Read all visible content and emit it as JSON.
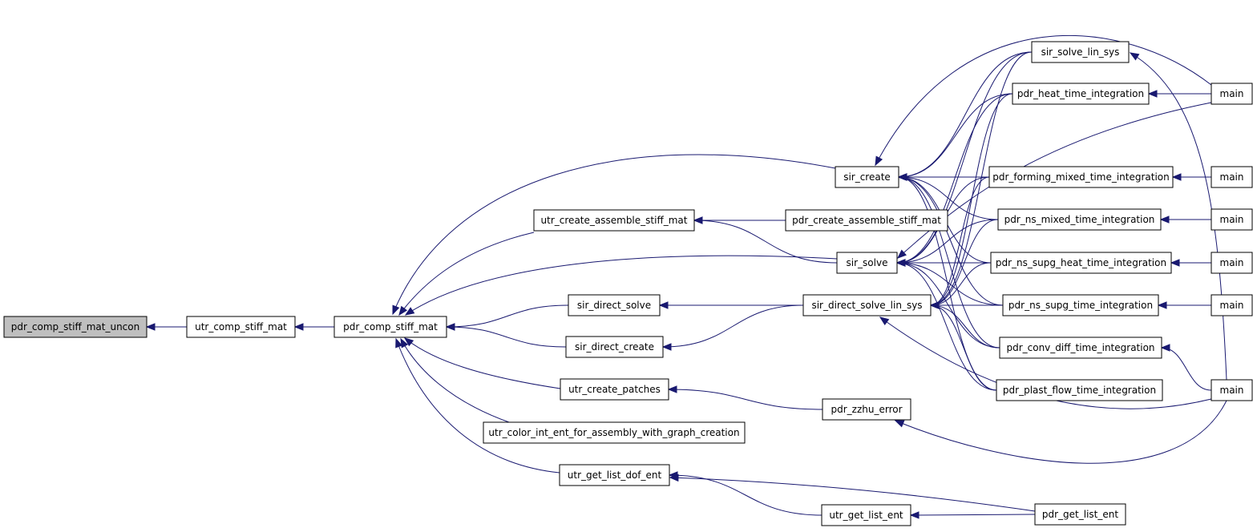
{
  "diagram": {
    "type": "call-graph",
    "colors": {
      "edge": "#191970",
      "node_border": "#000000",
      "node_fill": "#ffffff",
      "root_fill": "#bfbfbf"
    },
    "nodes": [
      {
        "id": "n0",
        "label": "pdr_comp_stiff_mat_uncon",
        "root": true
      },
      {
        "id": "n1",
        "label": "utr_comp_stiff_mat"
      },
      {
        "id": "n2",
        "label": "pdr_comp_stiff_mat"
      },
      {
        "id": "n3",
        "label": "sir_create"
      },
      {
        "id": "n4",
        "label": "utr_create_assemble_stiff_mat"
      },
      {
        "id": "n5",
        "label": "sir_solve"
      },
      {
        "id": "n6",
        "label": "sir_direct_solve"
      },
      {
        "id": "n7",
        "label": "sir_direct_create"
      },
      {
        "id": "n8",
        "label": "utr_create_patches"
      },
      {
        "id": "n9",
        "label": "utr_color_int_ent_for_assembly_with_graph_creation"
      },
      {
        "id": "n10",
        "label": "utr_get_list_dof_ent"
      },
      {
        "id": "n11",
        "label": "pdr_create_assemble_stiff_mat"
      },
      {
        "id": "n12",
        "label": "sir_direct_solve_lin_sys"
      },
      {
        "id": "n13",
        "label": "pdr_zzhu_error"
      },
      {
        "id": "n14",
        "label": "utr_get_list_ent"
      },
      {
        "id": "n15",
        "label": "sir_solve_lin_sys"
      },
      {
        "id": "n16",
        "label": "pdr_heat_time_integration"
      },
      {
        "id": "n17",
        "label": "pdr_forming_mixed_time_integration"
      },
      {
        "id": "n18",
        "label": "pdr_ns_mixed_time_integration"
      },
      {
        "id": "n19",
        "label": "pdr_ns_supg_heat_time_integration"
      },
      {
        "id": "n20",
        "label": "pdr_ns_supg_time_integration"
      },
      {
        "id": "n21",
        "label": "pdr_conv_diff_time_integration"
      },
      {
        "id": "n22",
        "label": "pdr_plast_flow_time_integration"
      },
      {
        "id": "n23",
        "label": "pdr_get_list_ent"
      },
      {
        "id": "n24",
        "label": "main"
      },
      {
        "id": "n25",
        "label": "main"
      },
      {
        "id": "n26",
        "label": "main"
      },
      {
        "id": "n27",
        "label": "main"
      },
      {
        "id": "n28",
        "label": "main"
      },
      {
        "id": "n29",
        "label": "main"
      }
    ],
    "edges": [
      {
        "from": "n1",
        "to": "n0"
      },
      {
        "from": "n2",
        "to": "n1"
      },
      {
        "from": "n3",
        "to": "n2"
      },
      {
        "from": "n4",
        "to": "n2"
      },
      {
        "from": "n5",
        "to": "n2"
      },
      {
        "from": "n6",
        "to": "n2"
      },
      {
        "from": "n7",
        "to": "n2"
      },
      {
        "from": "n8",
        "to": "n2"
      },
      {
        "from": "n9",
        "to": "n2"
      },
      {
        "from": "n10",
        "to": "n2"
      },
      {
        "from": "n11",
        "to": "n4"
      },
      {
        "from": "n5",
        "to": "n4"
      },
      {
        "from": "n12",
        "to": "n6"
      },
      {
        "from": "n12",
        "to": "n7"
      },
      {
        "from": "n13",
        "to": "n8"
      },
      {
        "from": "n14",
        "to": "n10"
      },
      {
        "from": "n23",
        "to": "n10"
      },
      {
        "from": "n15",
        "to": "n3"
      },
      {
        "from": "n16",
        "to": "n3"
      },
      {
        "from": "n17",
        "to": "n3"
      },
      {
        "from": "n18",
        "to": "n3"
      },
      {
        "from": "n19",
        "to": "n3"
      },
      {
        "from": "n20",
        "to": "n3"
      },
      {
        "from": "n21",
        "to": "n3"
      },
      {
        "from": "n22",
        "to": "n3"
      },
      {
        "from": "n24",
        "to": "n3"
      },
      {
        "from": "n15",
        "to": "n5"
      },
      {
        "from": "n16",
        "to": "n5"
      },
      {
        "from": "n17",
        "to": "n5"
      },
      {
        "from": "n18",
        "to": "n5"
      },
      {
        "from": "n19",
        "to": "n5"
      },
      {
        "from": "n20",
        "to": "n5"
      },
      {
        "from": "n21",
        "to": "n5"
      },
      {
        "from": "n22",
        "to": "n5"
      },
      {
        "from": "n24",
        "to": "n5"
      },
      {
        "from": "n15",
        "to": "n12"
      },
      {
        "from": "n16",
        "to": "n12"
      },
      {
        "from": "n17",
        "to": "n12"
      },
      {
        "from": "n18",
        "to": "n12"
      },
      {
        "from": "n19",
        "to": "n12"
      },
      {
        "from": "n20",
        "to": "n12"
      },
      {
        "from": "n21",
        "to": "n12"
      },
      {
        "from": "n22",
        "to": "n12"
      },
      {
        "from": "n29",
        "to": "n12"
      },
      {
        "from": "n23",
        "to": "n14"
      },
      {
        "from": "n29",
        "to": "n13"
      },
      {
        "from": "n24",
        "to": "n16"
      },
      {
        "from": "n25",
        "to": "n17"
      },
      {
        "from": "n26",
        "to": "n18"
      },
      {
        "from": "n27",
        "to": "n19"
      },
      {
        "from": "n28",
        "to": "n20"
      },
      {
        "from": "n29",
        "to": "n21"
      },
      {
        "from": "n29",
        "to": "n15"
      }
    ]
  }
}
